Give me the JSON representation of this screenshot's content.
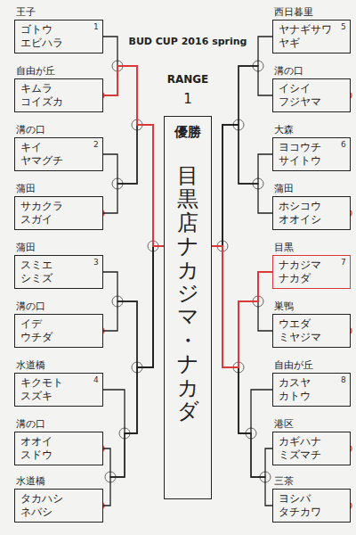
{
  "diagram": {
    "title": "BUD CUP 2016 spring",
    "nodes": [
      {
        "text": [
          "王子",
          "ゴトウ",
          "エビハラ"
        ]
      },
      {
        "text": [
          "自由が丘",
          "キムラ",
          "コイズカ"
        ]
      },
      {
        "text": [
          "溝の口",
          "キイ",
          "ヤマグチ"
        ]
      },
      {
        "text": [
          "蒲田",
          "サカクラ",
          "スガイ"
        ]
      },
      {
        "text": [
          "蒲田",
          "スミエ",
          "シミズ"
        ]
      },
      {
        "text": [
          "溝の口",
          "イデ",
          "ウチダ"
        ]
      },
      {
        "text": [
          "水道橋",
          "キクモト",
          "スズキ"
        ]
      },
      {
        "text": [
          "溝の口",
          "オオイ",
          "スドウ"
        ]
      },
      {
        "text": [
          "水道橋",
          "タカハシ",
          "ネバシ"
        ]
      },
      {
        "text": [
          "優勝",
          "目黒店 ナカジマ・ナカダ"
        ]
      },
      {
        "text": [
          "西日暮里",
          "ヤナギサワ",
          "ヤギ"
        ]
      },
      {
        "text": [
          "溝の口",
          "イシイ",
          "フジヤマ"
        ]
      },
      {
        "text": [
          "大森",
          "ヨコウチ",
          "サイトウ"
        ]
      },
      {
        "text": [
          "蒲田",
          "ホシコウ",
          "オオイシ"
        ]
      },
      {
        "text": [
          "目黒",
          "ナカジマ",
          "ナカダ"
        ]
      },
      {
        "text": [
          "巣鴨",
          "ウエダ",
          "ミヤジマ"
        ]
      },
      {
        "text": [
          "自由が丘",
          "カスヤ",
          "カトウ"
        ]
      },
      {
        "text": [
          "港区",
          "カギハナ",
          "ミズマチ"
        ]
      },
      {
        "text": [
          "三茶",
          "ヨシバ",
          "タチカワ"
        ]
      }
    ],
    "edges": [
      {
        "from": 0,
        "to": 9,
        "arrow": "none"
      },
      {
        "from": 1,
        "to": 9,
        "arrow": "none"
      },
      {
        "from": 2,
        "to": 9,
        "arrow": "none"
      },
      {
        "from": 3,
        "to": 9,
        "arrow": "none"
      },
      {
        "from": 4,
        "to": 9,
        "arrow": "none"
      },
      {
        "from": 5,
        "to": 9,
        "arrow": "none"
      },
      {
        "from": 6,
        "to": 9,
        "arrow": "none"
      },
      {
        "from": 7,
        "to": 9,
        "arrow": "none"
      },
      {
        "from": 8,
        "to": 9,
        "arrow": "none"
      },
      {
        "from": 10,
        "to": 9,
        "arrow": "none"
      },
      {
        "from": 11,
        "to": 9,
        "arrow": "none"
      },
      {
        "from": 12,
        "to": 9,
        "arrow": "none"
      },
      {
        "from": 13,
        "to": 9,
        "arrow": "none"
      },
      {
        "from": 14,
        "to": 9,
        "arrow": "none"
      },
      {
        "from": 15,
        "to": 9,
        "arrow": "none"
      },
      {
        "from": 16,
        "to": 9,
        "arrow": "none"
      },
      {
        "from": 17,
        "to": 9,
        "arrow": "none"
      },
      {
        "from": 18,
        "to": 9,
        "arrow": "none"
      }
    ],
    "labels": [
      "RANGE",
      "1",
      "1",
      "2",
      "3",
      "4",
      "5",
      "6",
      "7",
      "8"
    ]
  }
}
